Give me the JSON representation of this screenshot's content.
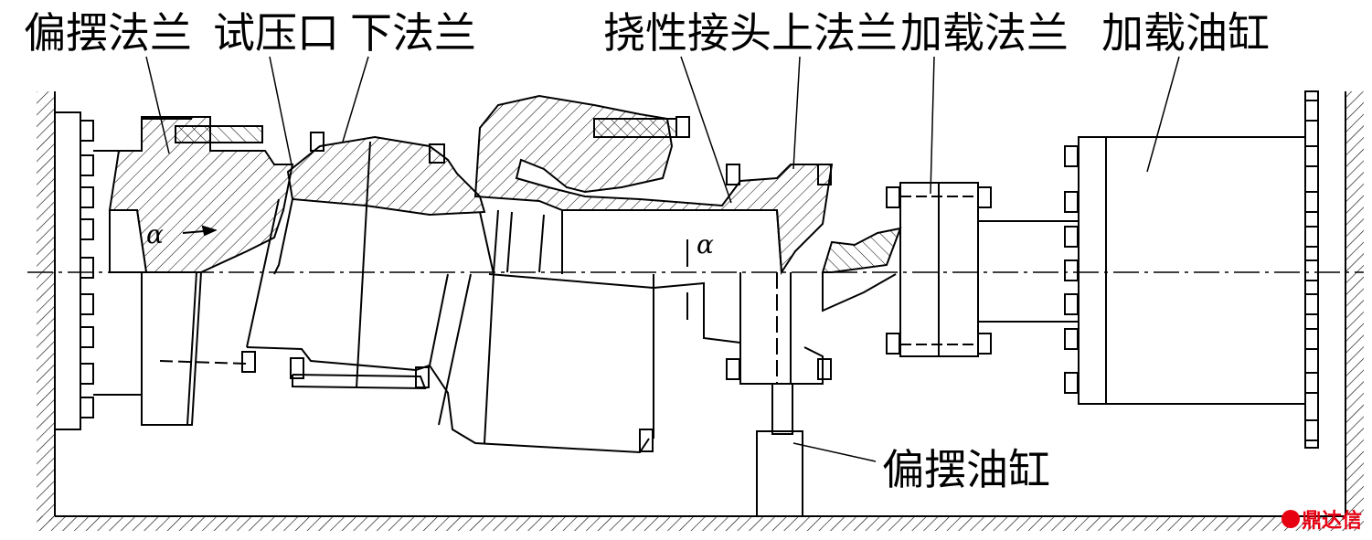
{
  "labels": {
    "swing_flange": "偏摆法兰",
    "test_port": "试压口",
    "lower_flange": "下法兰",
    "flex_joint_upper_flange": "挠性接头上法兰",
    "loading_flange": "加载法兰",
    "loading_cylinder": "加载油缸",
    "swing_cylinder": "偏摆油缸"
  },
  "angles": {
    "alpha_left": "α",
    "alpha_right": "α"
  },
  "watermark": "鼎达信",
  "colors": {
    "line": "#000000",
    "background": "#ffffff",
    "watermark": "#e60012"
  }
}
